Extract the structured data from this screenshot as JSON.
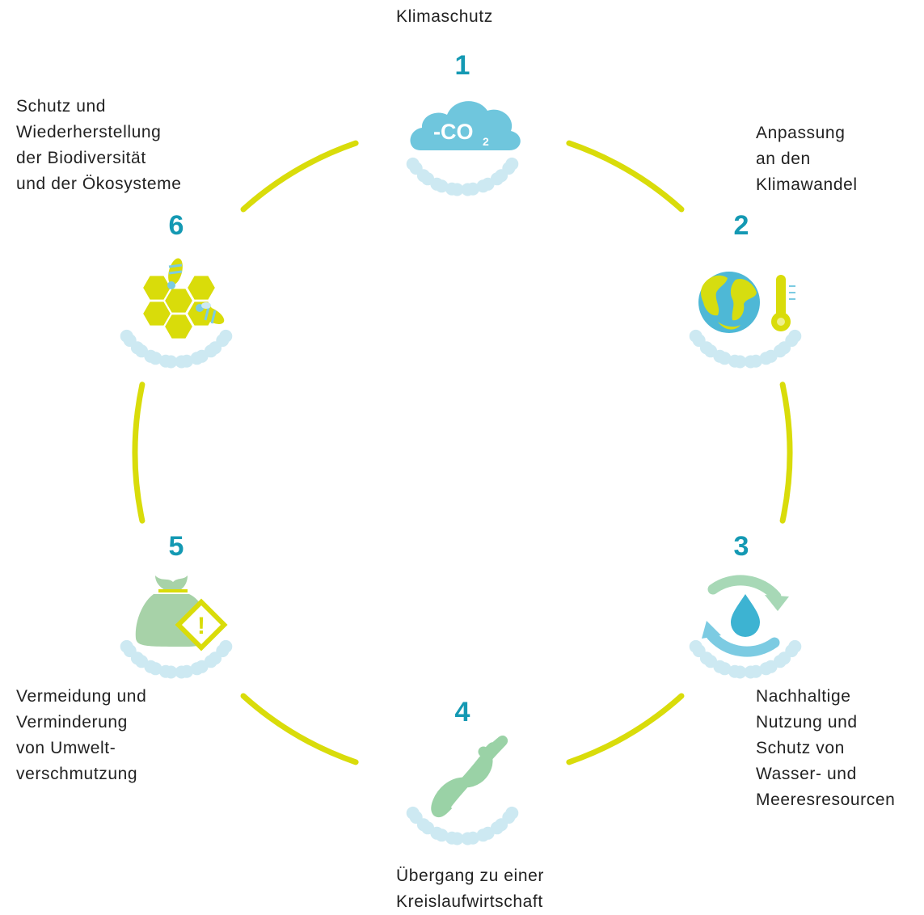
{
  "colors": {
    "ring": "#d9dc0a",
    "number": "#1499b3",
    "dot": "#cde9f2",
    "cloud": "#6fc6dd",
    "globe_water": "#4eb8d6",
    "land": "#d6dd10",
    "bag": "#a7d2a8",
    "infinity": "#9ad2a6",
    "warning": "#d9dc0a",
    "cycle_green": "#a7d8b6",
    "cycle_blue": "#7ccbe2",
    "drop": "#3db3d2",
    "honeycomb": "#d9dc0a",
    "bee_stripe": "#7ccbe2",
    "text": "#222222"
  },
  "cloud_text": "-CO",
  "cloud_sub": "2",
  "warning_mark": "!",
  "goals": [
    {
      "number": "1",
      "icon": "co2-cloud-icon",
      "lines": [
        "Klimaschutz"
      ]
    },
    {
      "number": "2",
      "icon": "globe-thermometer-icon",
      "lines": [
        "Anpassung",
        "an den",
        "Klimawandel"
      ]
    },
    {
      "number": "3",
      "icon": "water-cycle-icon",
      "lines": [
        "Nachhaltige",
        "Nutzung und",
        "Schutz von",
        "Wasser- und",
        "Meeresresourcen"
      ]
    },
    {
      "number": "4",
      "icon": "infinity-icon",
      "lines": [
        "Übergang zu einer",
        "Kreislaufwirtschaft"
      ]
    },
    {
      "number": "5",
      "icon": "waste-bag-warning-icon",
      "lines": [
        "Vermeidung und",
        "Verminderung",
        "von Umwelt-",
        "verschmutzung"
      ]
    },
    {
      "number": "6",
      "icon": "honeycomb-bee-icon",
      "lines": [
        "Schutz und",
        "Wiederherstellung",
        "der Biodiversität",
        "und der Ökosysteme"
      ]
    }
  ]
}
